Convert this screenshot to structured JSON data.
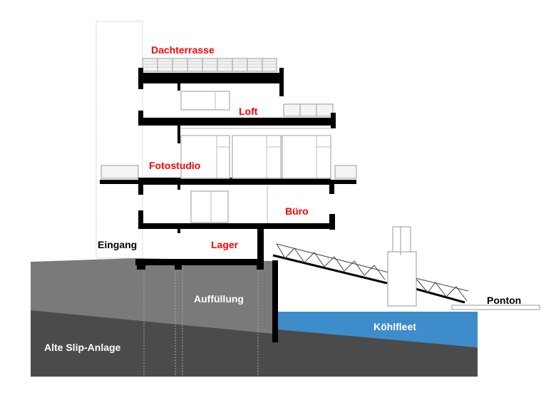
{
  "labels": {
    "roof_terrace": "Dachterrasse",
    "loft": "Loft",
    "photo_studio": "Fotostudio",
    "office": "Büro",
    "storage": "Lager",
    "entrance": "Eingang",
    "fill": "Auffüllung",
    "waterway": "Köhlfleet",
    "old_slipway": "Alte Slip-Anlage",
    "pontoon": "Ponton"
  },
  "colors": {
    "room_label": "#ff0000",
    "fill_ground": "#7a7a7a",
    "old_ground": "#4b4b4b",
    "water": "#3f8ccb",
    "structure": "#000000"
  }
}
